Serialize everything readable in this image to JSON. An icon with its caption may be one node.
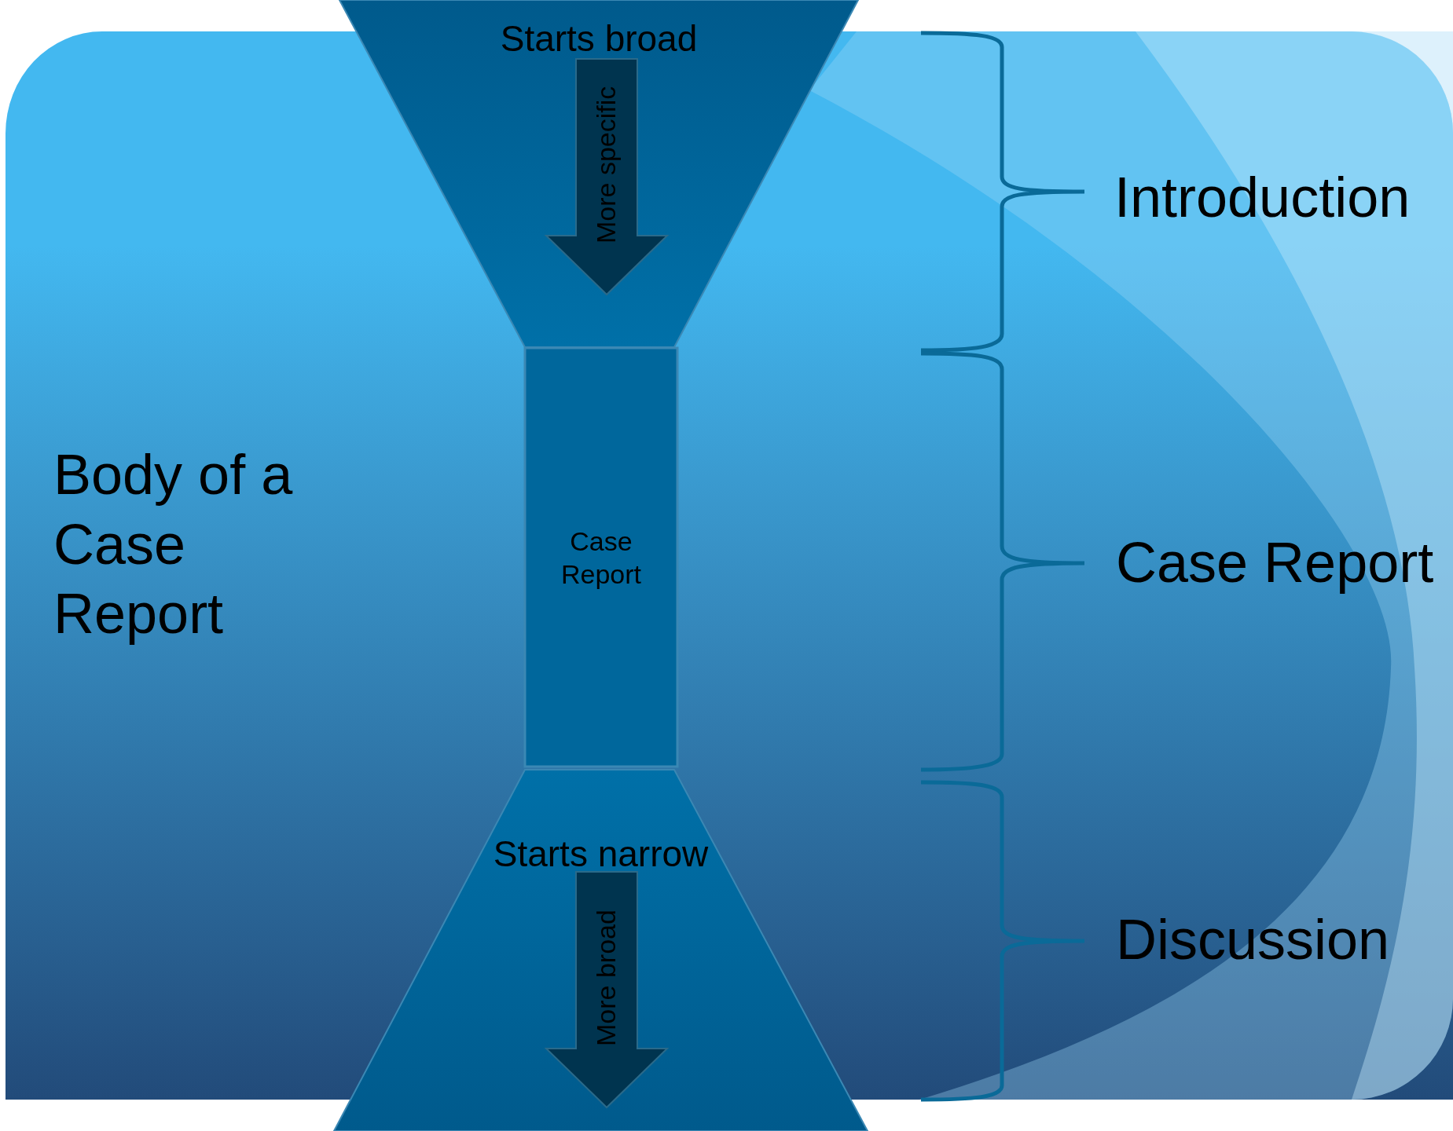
{
  "diagram": {
    "nodes": [
      {
        "text": [
          "Starts broad"
        ]
      },
      {
        "text": [
          "More specific"
        ],
        "in": 0
      },
      {
        "text": [
          "Case Report"
        ]
      },
      {
        "text": [
          "Starts narrow"
        ]
      },
      {
        "text": [
          "More broad"
        ],
        "in": 3
      }
    ],
    "edges": [],
    "labels": [
      "Body of a Case Report",
      "Introduction",
      "Case Report",
      "Discussion"
    ]
  }
}
